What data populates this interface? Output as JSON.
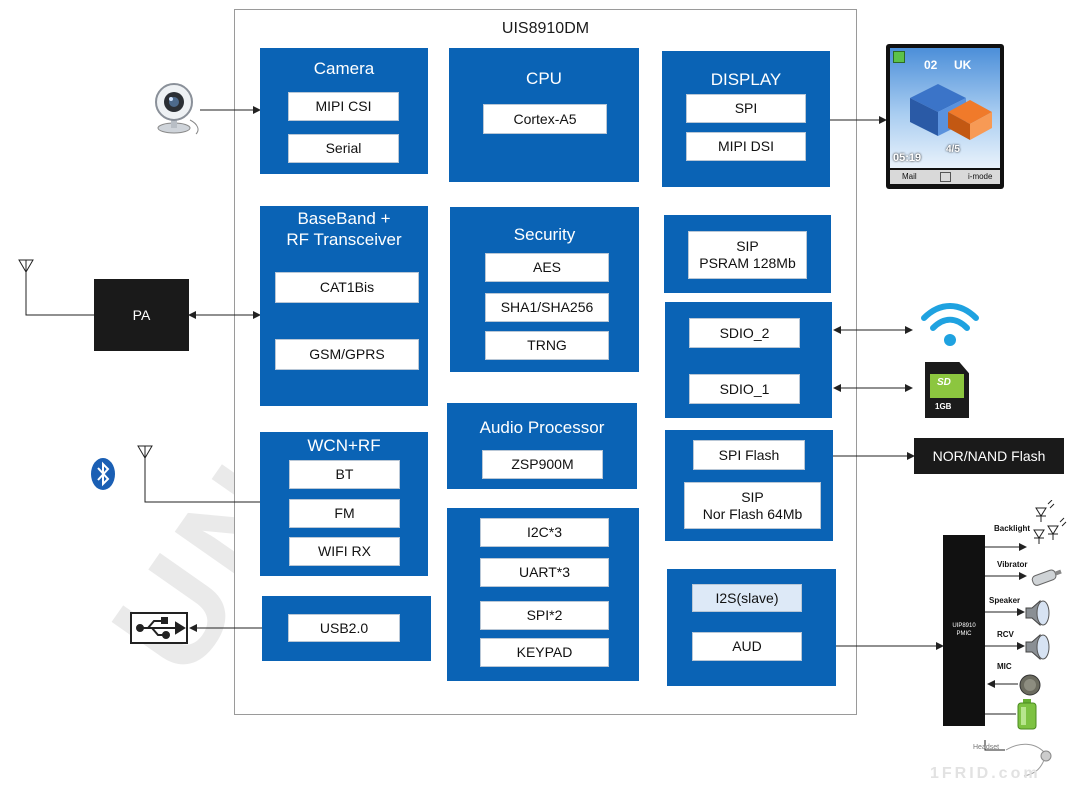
{
  "chip": {
    "title": "UIS8910DM"
  },
  "blocks": {
    "camera": {
      "title": "Camera",
      "items": [
        "MIPI CSI",
        "Serial"
      ]
    },
    "cpu": {
      "title": "CPU",
      "items": [
        "Cortex-A5"
      ]
    },
    "display": {
      "title": "DISPLAY",
      "items": [
        "SPI",
        "MIPI DSI"
      ]
    },
    "baseband": {
      "title_line1": "BaseBand +",
      "title_line2": "RF Transceiver",
      "items": [
        "CAT1Bis",
        "GSM/GPRS"
      ]
    },
    "security": {
      "title": "Security",
      "items": [
        "AES",
        "SHA1/SHA256",
        "TRNG"
      ]
    },
    "sip_psram": {
      "line1": "SIP",
      "line2": "PSRAM 128Mb"
    },
    "sdio": {
      "items": [
        "SDIO_2",
        "SDIO_1"
      ]
    },
    "wcn": {
      "title": "WCN+RF",
      "items": [
        "BT",
        "FM",
        "WIFI RX"
      ]
    },
    "audio": {
      "title": "Audio Processor",
      "items": [
        "ZSP900M"
      ]
    },
    "flash": {
      "spi_flash": "SPI Flash",
      "line1": "SIP",
      "line2": "Nor Flash 64Mb"
    },
    "usb": {
      "items": [
        "USB2.0"
      ]
    },
    "periph": {
      "items": [
        "I2C*3",
        "UART*3",
        "SPI*2",
        "KEYPAD"
      ]
    },
    "aud": {
      "items": [
        "I2S(slave)",
        "AUD"
      ]
    }
  },
  "external": {
    "pa": "PA",
    "nor_nand": "NOR/NAND Flash",
    "pmic_line1": "UIP8910",
    "pmic_line2": "PMIC",
    "pmic_labels": [
      "Backlight",
      "Vibrator",
      "Speaker",
      "RCV",
      "MIC"
    ],
    "headset": "Headset"
  },
  "phone_screen": {
    "clock_top": "02",
    "region": "UK",
    "time": "05:19",
    "date": "4/5",
    "softkeys": [
      "Mail",
      "i-mode"
    ]
  },
  "sd_card": {
    "brand": "SD",
    "capacity": "1GB"
  },
  "watermark_text": "UNISOC",
  "footer_mark": "1FRID.com",
  "colors": {
    "block_blue": "#0a63b5",
    "dark_box": "#1a1a1a",
    "accent_orange": "#f07a2a"
  }
}
